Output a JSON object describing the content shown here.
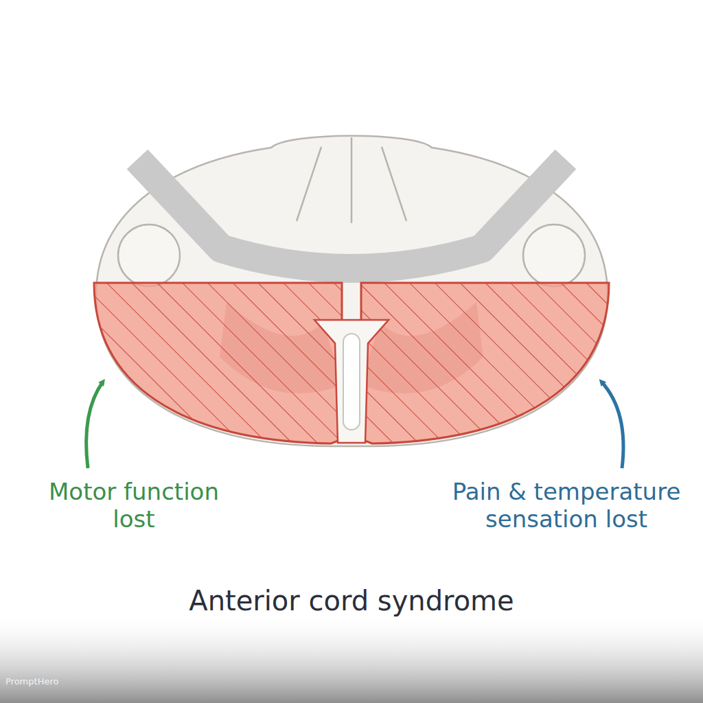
{
  "diagram": {
    "caption": "Anterior cord syndrome",
    "labels": [
      "Motor function lost",
      "Pain & temperature sensation lost",
      "PromptHero"
    ]
  }
}
